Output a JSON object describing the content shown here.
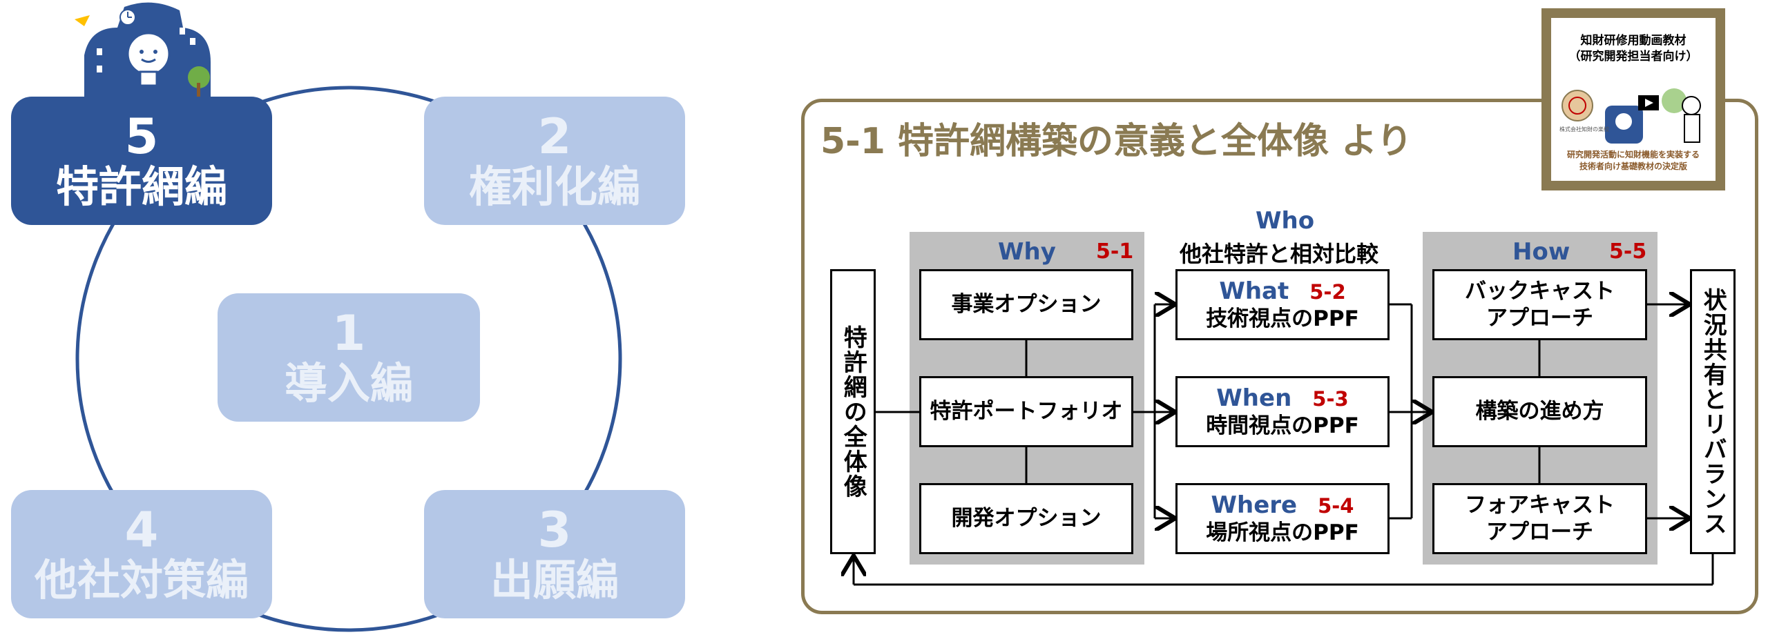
{
  "cycle": {
    "items": [
      {
        "num": "5",
        "label": "特許網編"
      },
      {
        "num": "2",
        "label": "権利化編"
      },
      {
        "num": "1",
        "label": "導入編"
      },
      {
        "num": "4",
        "label": "他社対策編"
      },
      {
        "num": "3",
        "label": "出願編"
      }
    ]
  },
  "panel": {
    "title": "5-1 特許網構築の意義と全体像 より",
    "left_vertical": "特許網の全体像",
    "right_vertical": "状況共有とリバランス",
    "why": {
      "label": "Why",
      "code": "5-1"
    },
    "who": {
      "label": "Who",
      "sub": "他社特許と相対比較"
    },
    "how": {
      "label": "How",
      "code": "5-5"
    },
    "why_nodes": [
      "事業オプション",
      "特許ポートフォリオ",
      "開発オプション"
    ],
    "mid_nodes": [
      {
        "label": "What",
        "code": "5-2",
        "sub": "技術視点のPPF"
      },
      {
        "label": "When",
        "code": "5-3",
        "sub": "時間視点のPPF"
      },
      {
        "label": "Where",
        "code": "5-4",
        "sub": "場所視点のPPF"
      }
    ],
    "how_nodes": [
      {
        "line1": "バックキャスト",
        "line2": "アプローチ"
      },
      {
        "line1": "構築の進め方",
        "line2": ""
      },
      {
        "line1": "フォアキャスト",
        "line2": "アプローチ"
      }
    ]
  },
  "thumbnail": {
    "title_line1": "知財研修用動画教材",
    "title_line2": "（研究開発担当者向け）",
    "footer_line1": "研究開発活動に知財機能を実装する",
    "footer_line2": "技術者向け基礎教材の決定版",
    "company": "株式会社知財の楽校"
  },
  "colors": {
    "navy": "#2f5597",
    "light_blue": "#b4c7e7",
    "gold": "#8a7a52",
    "red": "#c00000",
    "gray": "#bfbfbf"
  }
}
